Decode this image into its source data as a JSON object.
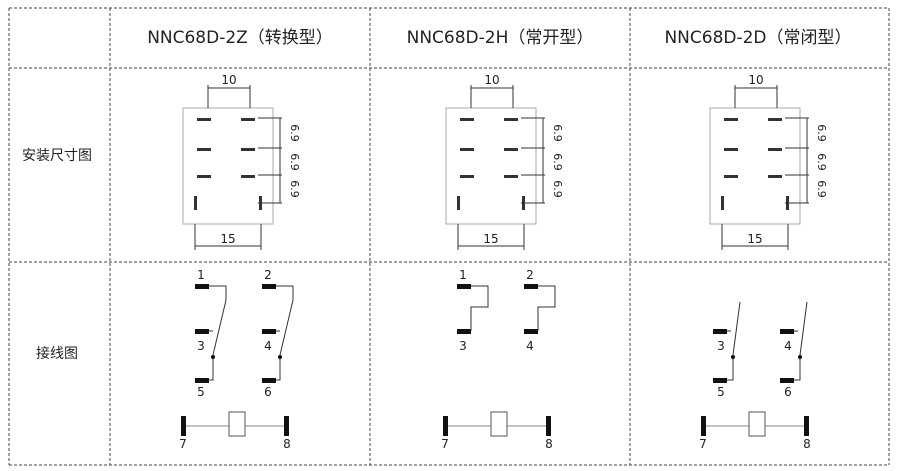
{
  "table": {
    "corner": "",
    "columns": [
      {
        "title": "NNC68D-2Z（转换型）",
        "type": "Z"
      },
      {
        "title": "NNC68D-2H（常开型）",
        "type": "H"
      },
      {
        "title": "NNC68D-2D（常闭型）",
        "type": "D"
      }
    ],
    "row_labels": {
      "mount": "安装尺寸图",
      "wiring": "接线图"
    }
  },
  "dims": {
    "top": "10",
    "bottom": "15",
    "side": [
      "6.9",
      "6.9",
      "6.9"
    ]
  },
  "pins": {
    "z": [
      "1",
      "2",
      "3",
      "4",
      "5",
      "6",
      "7",
      "8"
    ],
    "h": [
      "1",
      "2",
      "3",
      "4",
      "7",
      "8"
    ],
    "d": [
      "3",
      "4",
      "5",
      "6",
      "7",
      "8"
    ]
  },
  "colors": {
    "border": "#444444",
    "line": "#333333",
    "pin": "#111111",
    "outline": "#aaaaaa"
  }
}
